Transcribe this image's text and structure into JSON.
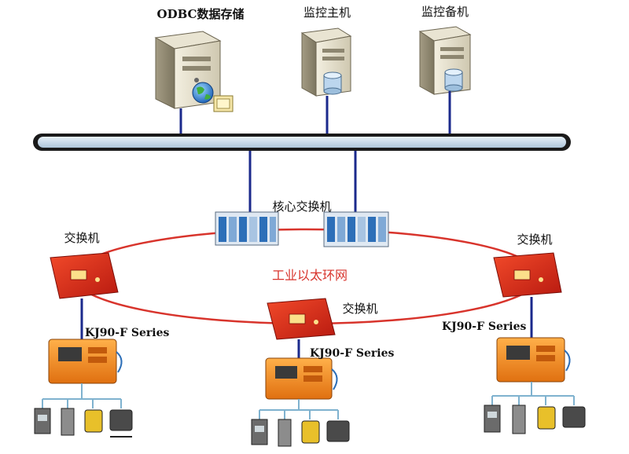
{
  "servers": {
    "odbc": "ODBC数据存储",
    "primary": "监控主机",
    "backup": "监控备机"
  },
  "network": {
    "core_switch": "核心交换机",
    "ring": "工业以太环网",
    "switch_left": "交换机",
    "switch_right": "交换机",
    "switch_center": "交换机"
  },
  "substations": {
    "left": "KJ90-F Series",
    "center": "KJ90-F Series",
    "right": "KJ90-F Series"
  },
  "colors": {
    "bus": "#cfe0ee",
    "ring": "#d8342c",
    "link": "#1b2a8c",
    "switch": "#e02a1a",
    "substation": "#f08a1e",
    "sensor_line": "#7fb2cf"
  },
  "icons": {
    "server": "tower-server-icon",
    "globe": "globe-icon",
    "database": "database-cylinder-icon",
    "core_switch": "rack-switch-icon",
    "switch": "industrial-switch-icon",
    "substation": "substation-icon",
    "sensor": "sensor-device-icon"
  }
}
